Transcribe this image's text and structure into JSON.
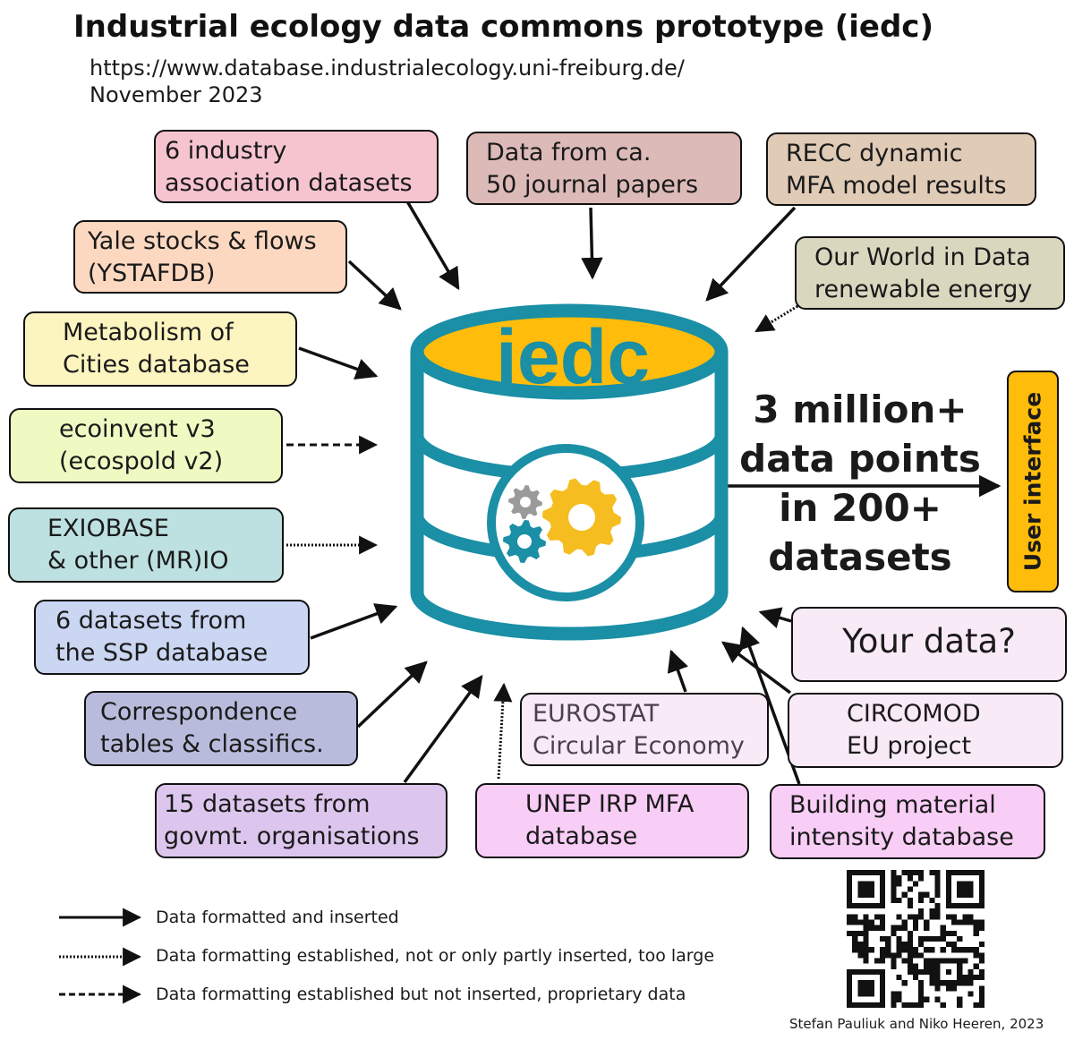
{
  "header": {
    "title": "Industrial ecology data commons prototype (iedc)",
    "url": "https://www.database.industrialecology.uni-freiburg.de/",
    "date": "November 2023"
  },
  "database": {
    "logo": "iedc",
    "icon": "gears-icon",
    "colors": {
      "rim": "#1a8fa5",
      "top": "#ffbc0a",
      "gear_yellow": "#f5bd1f",
      "gear_teal": "#1a8fa5",
      "gear_gray": "#9a9a9a"
    }
  },
  "summary": {
    "line1": "3 million+",
    "line2": "data points",
    "line3": "in 200+",
    "line4": "datasets"
  },
  "user_interface": {
    "label": "User interface",
    "color": "#ffbc0a"
  },
  "sources": [
    {
      "id": "industry",
      "lines": [
        "6 industry",
        "association datasets"
      ],
      "color": "#f6c4cf",
      "arrow": "solid"
    },
    {
      "id": "journal",
      "lines": [
        "Data from ca.",
        "50 journal papers"
      ],
      "color": "#dcbab8",
      "arrow": "solid"
    },
    {
      "id": "recc",
      "lines": [
        "RECC dynamic",
        "MFA model results"
      ],
      "color": "#e0cbb7",
      "arrow": "solid"
    },
    {
      "id": "owid",
      "lines": [
        "Our World in Data",
        "renewable energy"
      ],
      "color": "#dad7bf",
      "arrow": "dotted"
    },
    {
      "id": "yale",
      "lines": [
        "Yale stocks & flows",
        "(YSTAFDB)"
      ],
      "color": "#fcd8c0",
      "arrow": "solid"
    },
    {
      "id": "cities",
      "lines": [
        "Metabolism of",
        "Cities database"
      ],
      "color": "#fcf5c0",
      "arrow": "solid"
    },
    {
      "id": "ecoinvent",
      "lines": [
        "ecoinvent v3",
        "(ecospold v2)"
      ],
      "color": "#eefac2",
      "arrow": "dashed"
    },
    {
      "id": "exiobase",
      "lines": [
        "EXIOBASE",
        "& other (MR)IO"
      ],
      "color": "#bde0e0",
      "arrow": "dotted"
    },
    {
      "id": "ssp",
      "lines": [
        "6 datasets from",
        "the SSP database"
      ],
      "color": "#cad6f2",
      "arrow": "solid"
    },
    {
      "id": "correspondence",
      "lines": [
        "Correspondence",
        "tables & classifics."
      ],
      "color": "#b8bbdb",
      "arrow": "solid"
    },
    {
      "id": "govmt",
      "lines": [
        "15 datasets from",
        "govmt. organisations"
      ],
      "color": "#ddc6ee",
      "arrow": "solid"
    },
    {
      "id": "unep",
      "lines": [
        "UNEP IRP MFA",
        "database"
      ],
      "color": "#f8cdf6",
      "arrow": "dotted"
    },
    {
      "id": "eurostat",
      "lines": [
        "EUROSTAT",
        "Circular Economy"
      ],
      "color": "#f9eaf8",
      "text_color": "#4a4050",
      "arrow": "solid"
    },
    {
      "id": "building",
      "lines": [
        "Building material",
        "intensity database"
      ],
      "color": "#f8cdf6",
      "arrow": "solid"
    },
    {
      "id": "circomod",
      "lines": [
        "CIRCOMOD",
        "EU project"
      ],
      "color": "#f9eaf8",
      "arrow": "solid"
    },
    {
      "id": "yourdata",
      "lines": [
        "Your data?"
      ],
      "color": "#f9eaf8",
      "arrow": "solid"
    }
  ],
  "legend": [
    {
      "style": "solid",
      "label": "Data formatted and inserted"
    },
    {
      "style": "dotted",
      "label": "Data formatting established, not or only partly inserted, too large"
    },
    {
      "style": "dashed",
      "label": "Data formatting established but not inserted, proprietary data"
    }
  ],
  "qr": {
    "icon": "qr-code-icon"
  },
  "credit": "Stefan Pauliuk and Niko Heeren, 2023"
}
